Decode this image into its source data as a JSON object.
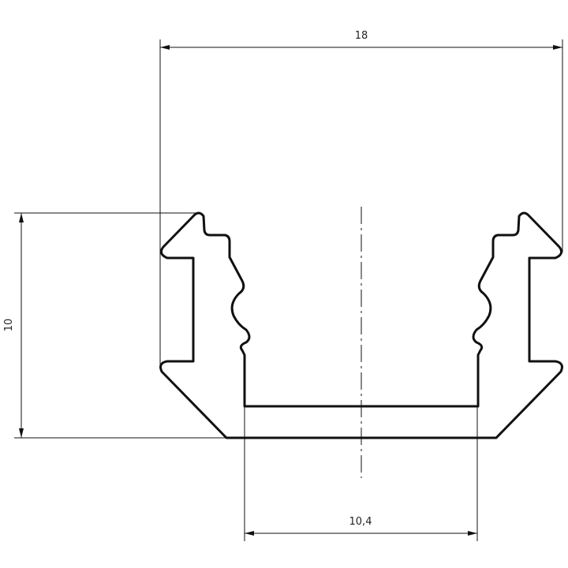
{
  "drawing": {
    "dimensions": {
      "width_top": "18",
      "height_left": "10",
      "inner_width_bottom": "10,4"
    },
    "colors": {
      "line": "#111111",
      "background": "#ffffff"
    }
  }
}
